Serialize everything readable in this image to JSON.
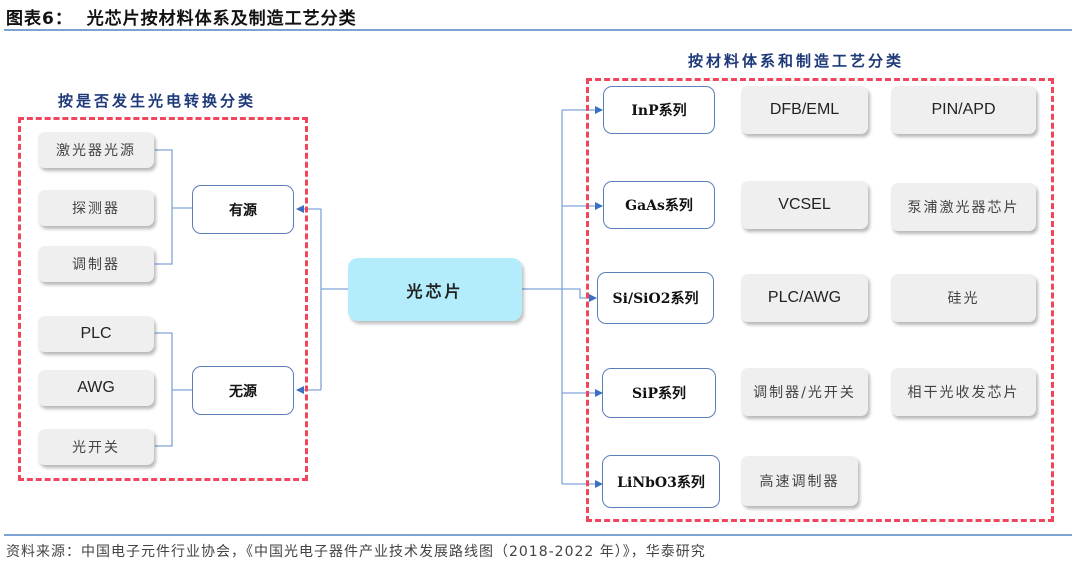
{
  "figure": {
    "title_prefix": "图表",
    "title_number": "6",
    "title_sep": "：",
    "title_text": "光芯片按材料体系及制造工艺分类",
    "source": "资料来源：中国电子元件行业协会，《中国光电子器件产业技术发展路线图（2018-2022 年）》，华泰研究"
  },
  "center": {
    "label": "光芯片"
  },
  "left_section": {
    "title": "按是否发生光电转换分类",
    "groups": [
      {
        "label": "有源",
        "items": [
          "激光器光源",
          "探测器",
          "调制器"
        ]
      },
      {
        "label": "无源",
        "items": [
          "PLC",
          "AWG",
          "光开关"
        ]
      }
    ]
  },
  "right_section": {
    "title": "按材料体系和制造工艺分类",
    "rows": [
      {
        "label": "InP系列",
        "items": [
          "DFB/EML",
          "PIN/APD"
        ]
      },
      {
        "label": "GaAs系列",
        "items": [
          "VCSEL",
          "泵浦激光器芯片"
        ]
      },
      {
        "label": "Si/SiO2系列",
        "items": [
          "PLC/AWG",
          "硅光"
        ]
      },
      {
        "label": "SiP系列",
        "items": [
          "调制器/光开关",
          "相干光收发芯片"
        ]
      },
      {
        "label": "LiNbO3系列",
        "items": [
          "高速调制器"
        ]
      }
    ]
  },
  "colors": {
    "dash_border": "#f0455a",
    "connector": "#5b80b8",
    "center_fill": "#b3ecfb",
    "section_title": "#1f3a7a"
  }
}
